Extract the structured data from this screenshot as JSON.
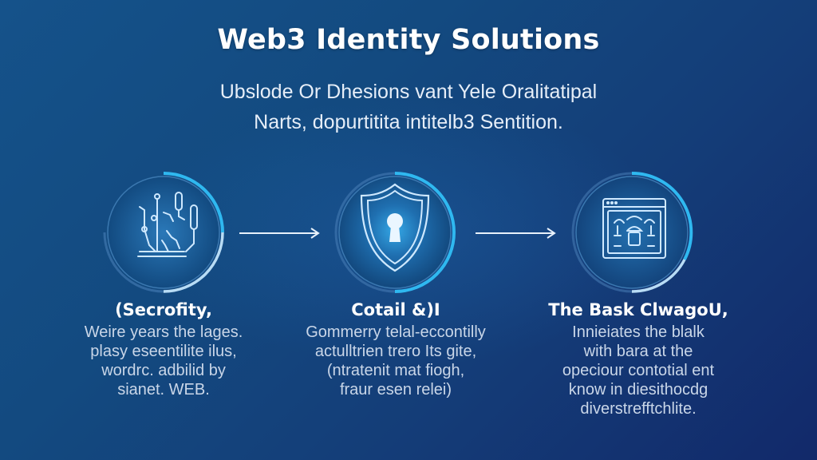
{
  "header": {
    "title": "Web3 Identity Solutions",
    "subtitle_lines": [
      "Ubslode Or Dhesions vant Yele Oralitatipal",
      "Narts, dopurtitita intitelb3 Sentition."
    ]
  },
  "colors": {
    "bg_top_left": "#154f82",
    "bg_bottom_right": "#122a6a",
    "ring_accent": "#2fb8f0",
    "ring_dim": "#4a7fb5",
    "icon_stroke": "#cfe9ff"
  },
  "steps": [
    {
      "icon": "circuit-hand-icon",
      "title": "(Secrofity,",
      "body_lines": [
        "Weire years the lages.",
        "plasy eseentilite ilus,",
        "wordrc. adbilid by",
        "sianet. WEB."
      ]
    },
    {
      "icon": "shield-keyhole-icon",
      "title": "Cotail &)I",
      "body_lines": [
        "Gommerry telal-eccontilly",
        "actulltrien trero Its gite,",
        "(ntratenit mat fiogh,",
        "fraur esen relei)"
      ]
    },
    {
      "icon": "browser-identity-icon",
      "title": "The Bask ClwagoU,",
      "body_lines": [
        "Innieiates the blalk",
        "with bara at the",
        "opeciour contotial ent",
        "know in diesithocdg",
        "diverstrefftchlite."
      ]
    }
  ],
  "arrows": [
    {
      "icon": "arrow-right-icon"
    },
    {
      "icon": "arrow-right-icon"
    }
  ]
}
